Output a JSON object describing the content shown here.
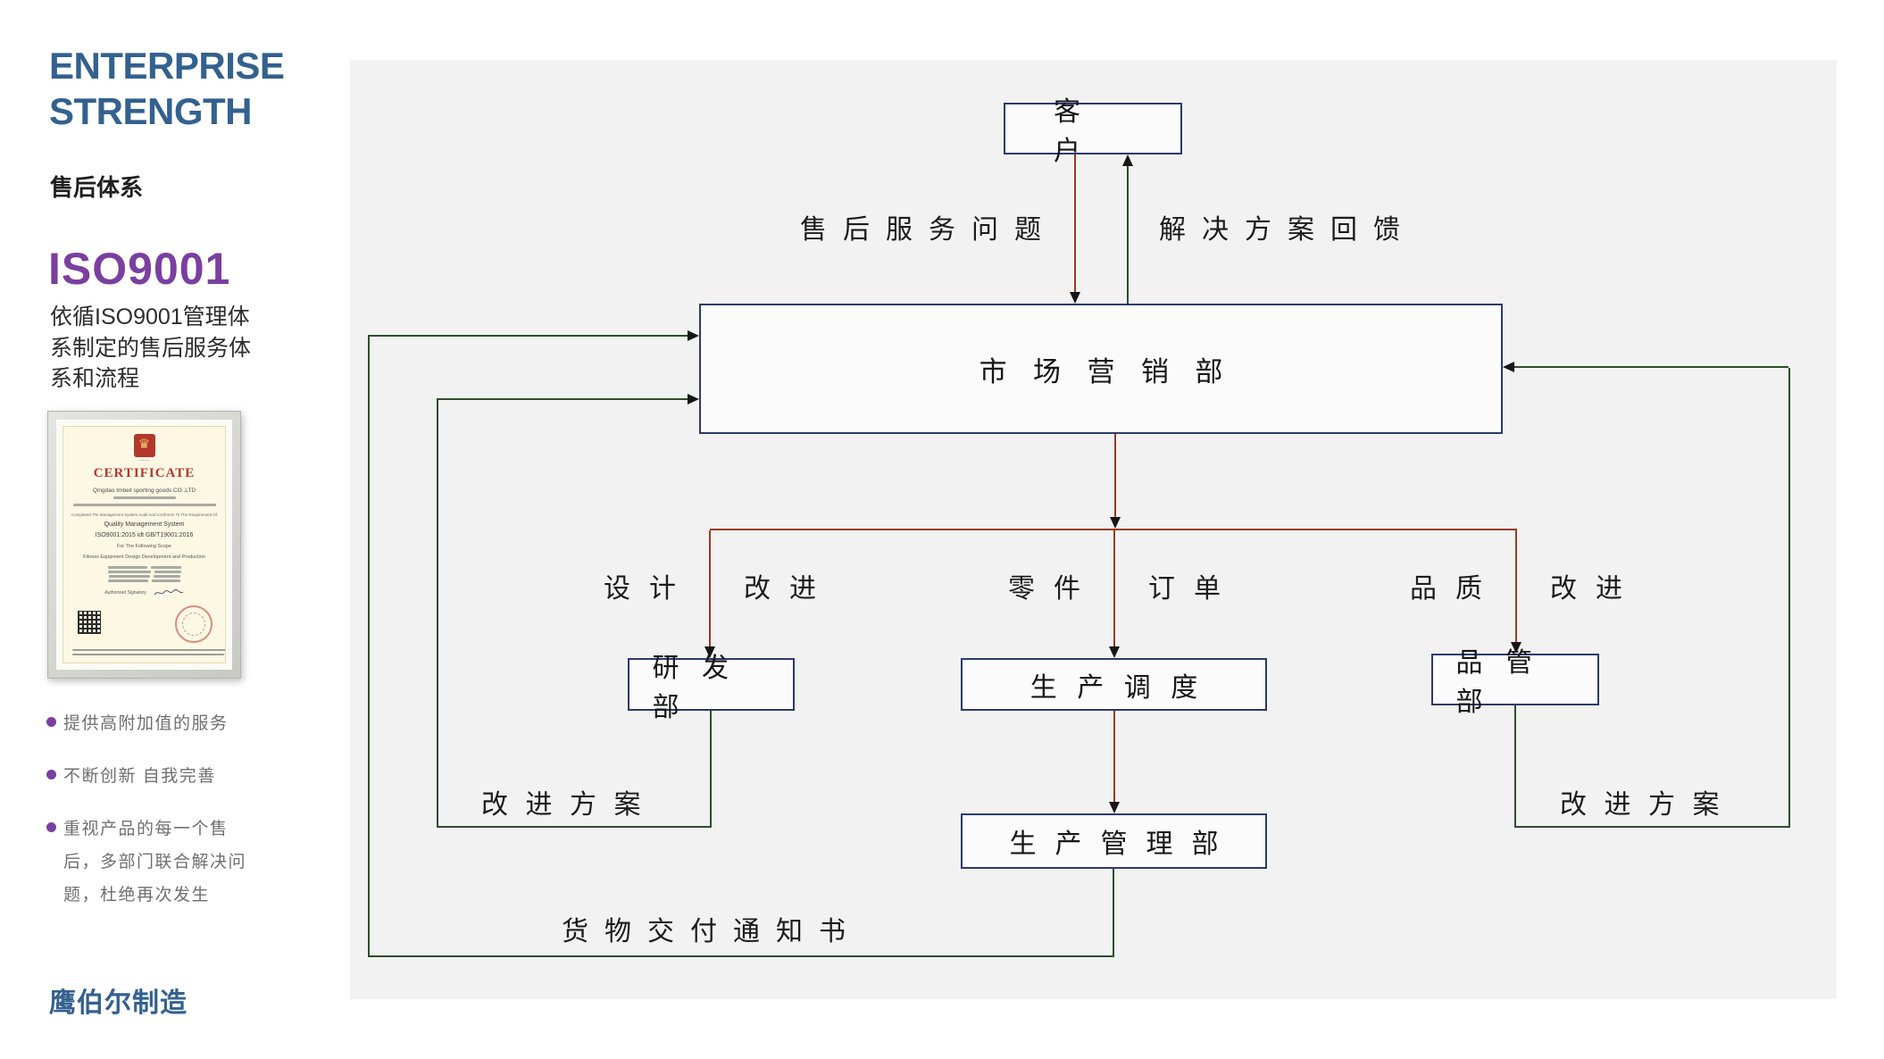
{
  "sidebar": {
    "title_line1": "ENTERPRISE",
    "title_line2": "STRENGTH",
    "subtitle": "售后体系",
    "iso_heading": "ISO9001",
    "iso_description": "依循ISO9001管理体系制定的售后服务体系和流程",
    "certificate": {
      "title": "CERTIFICATE",
      "company": "Qingdao Imbell sporting goods CO.,LTD",
      "conform_line": "Completed The Management System Audit And Conforms To The Requirement Of",
      "system": "Quality Management System",
      "standard": "ISO9001:2015 idt GB/T19001:2016",
      "scope_intro": "For The Following Scope",
      "scope": "Fitness Equipment Design Development and Production",
      "signatory_label": "Authorized Signatory"
    },
    "bullets": [
      "提供高附加值的服务",
      "不断创新 自我完善",
      "重视产品的每一个售后，多部门联合解决问题，杜绝再次发生"
    ],
    "brand": "鹰伯尔制造"
  },
  "flowchart": {
    "nodes": {
      "customer": "客户",
      "marketing": "市场营销部",
      "rd": "研发部",
      "scheduling": "生产调度",
      "qc": "品管部",
      "production": "生产管理部"
    },
    "labels": {
      "service_problem": "售后服务问题",
      "solution_feedback": "解决方案回馈",
      "design_l": "设计",
      "design_r": "改进",
      "parts_l": "零件",
      "parts_r": "订单",
      "quality_l": "品质",
      "quality_r": "改进",
      "improve_left": "改进方案",
      "improve_right": "改进方案",
      "delivery_note": "货物交付通知书"
    },
    "colors": {
      "request_line": "#9b3a1e",
      "feedback_line": "#2d4f2a",
      "box_border": "#2b3a6b",
      "panel_bg": "#f2f2f3",
      "accent_blue": "#33618f",
      "accent_purple": "#7a3fa0"
    }
  }
}
